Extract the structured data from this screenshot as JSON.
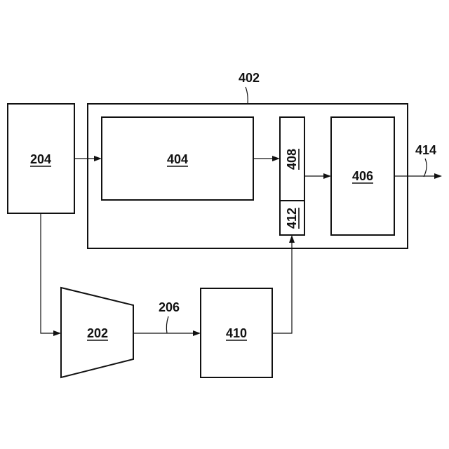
{
  "diagram": {
    "blocks": {
      "b204": "204",
      "b402": "402",
      "b404": "404",
      "b408": "408",
      "b412": "412",
      "b406": "406",
      "b202": "202",
      "b410": "410"
    },
    "refs": {
      "r414": "414",
      "r206": "206"
    }
  }
}
